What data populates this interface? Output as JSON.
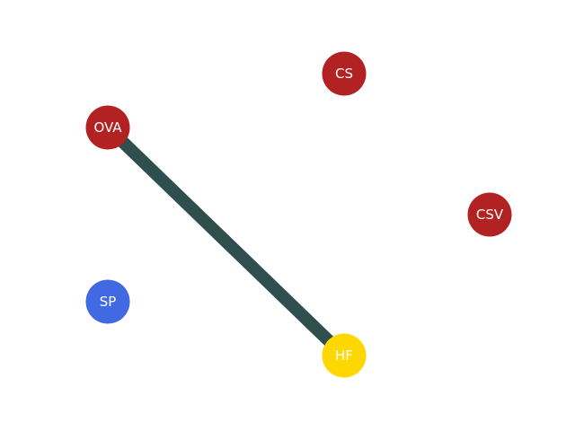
{
  "colors": {
    "background": "#ffffff",
    "edge": "#2f4f4f",
    "node_red": "#b22222",
    "node_blue": "#4169e1",
    "node_yellow": "#ffd700",
    "label": "#ffffff"
  },
  "nodes": [
    {
      "id": "OVA",
      "label": "OVA",
      "color": "#b22222"
    },
    {
      "id": "CS",
      "label": "CS",
      "color": "#b22222"
    },
    {
      "id": "CSV",
      "label": "CSV",
      "color": "#b22222"
    },
    {
      "id": "SP",
      "label": "SP",
      "color": "#4169e1"
    },
    {
      "id": "HF",
      "label": "HF",
      "color": "#ffd700"
    }
  ],
  "edges": [
    {
      "source": "OVA",
      "target": "HF"
    }
  ]
}
